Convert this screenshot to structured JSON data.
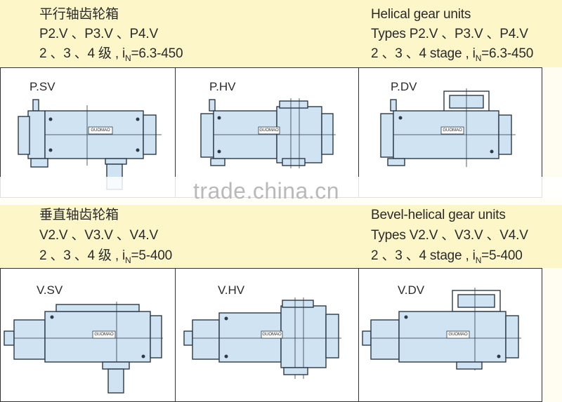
{
  "top": {
    "cn_title": "平行轴齿轮箱",
    "cn_types": "P2.V 、P3.V 、P4.V",
    "cn_stage": "2 、3 、4  级 , i",
    "cn_ratio": "=6.3-450",
    "en_title": "Helical gear units",
    "en_types": "Types  P2.V 、P3.V 、P4.V",
    "en_stage": "2 、3 、4  stage ,  i",
    "en_ratio": "=6.3-450",
    "subscript": "N"
  },
  "bottom": {
    "cn_title": "垂直轴齿轮箱",
    "cn_types": "V2.V 、V3.V 、V4.V",
    "cn_stage": "2 、3 、4  级 , i",
    "cn_ratio": "=5-400",
    "en_title": "Bevel-helical gear units",
    "en_types": "Types  V2.V 、V3.V 、V4.V",
    "en_stage": "2 、3 、4  stage ,  i",
    "en_ratio": "=5-400",
    "subscript": "N"
  },
  "panels": [
    "P.SV",
    "P.HV",
    "P.DV",
    "V.SV",
    "V.HV",
    "V.DV"
  ],
  "gear_plate": "GUOMAO",
  "watermark": "trade.china.cn",
  "colors": {
    "band": "#fdf6c8",
    "gearbox": "#cfe3f2",
    "gear_outline": "#2b3a48"
  }
}
